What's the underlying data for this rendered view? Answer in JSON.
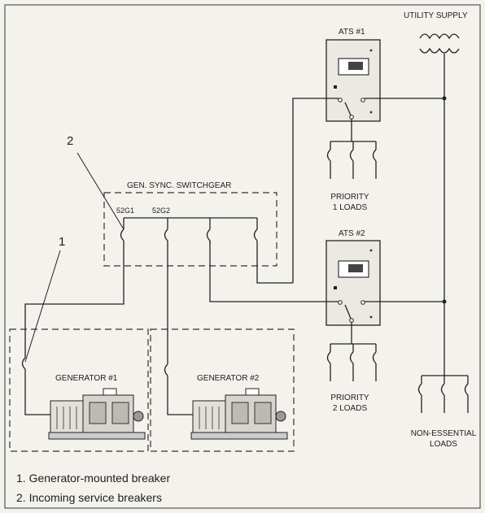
{
  "labels": {
    "utility_supply": "UTILITY SUPPLY",
    "ats1": "ATS #1",
    "ats2": "ATS #2",
    "switchgear": "GEN. SYNC. SWITCHGEAR",
    "breaker_52g1": "52G1",
    "breaker_52g2": "52G2",
    "priority1_line1": "PRIORITY",
    "priority1_line2": "1 LOADS",
    "priority2_line1": "PRIORITY",
    "priority2_line2": "2 LOADS",
    "nonessential_line1": "NON-ESSENTIAL",
    "nonessential_line2": "LOADS",
    "generator1": "GENERATOR #1",
    "generator2": "GENERATOR #2",
    "callout1": "1",
    "callout2": "2"
  },
  "legend": [
    "1.  Generator-mounted breaker",
    "2.  Incoming service breakers"
  ]
}
